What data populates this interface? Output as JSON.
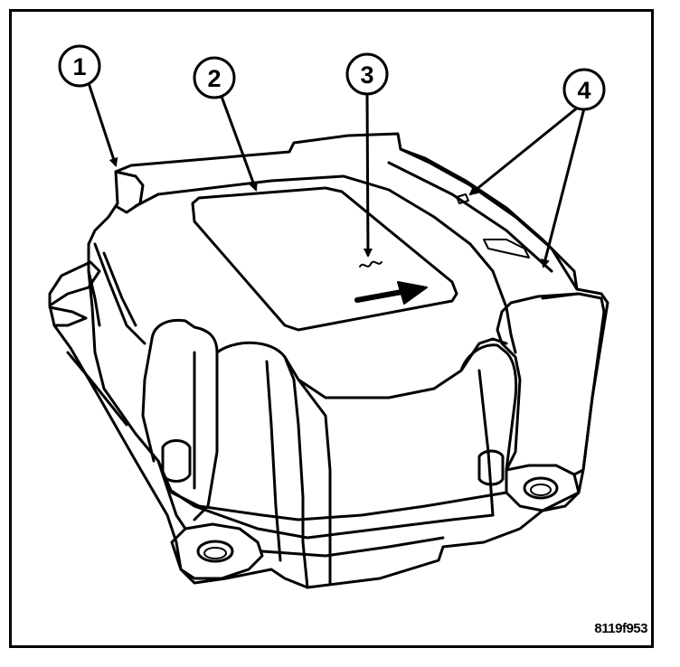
{
  "callouts": [
    {
      "id": "1",
      "label": "1"
    },
    {
      "id": "2",
      "label": "2"
    },
    {
      "id": "3",
      "label": "3"
    },
    {
      "id": "4",
      "label": "4"
    }
  ],
  "figure_id": "8119f953",
  "colors": {
    "line": "#000000",
    "background": "#ffffff"
  }
}
